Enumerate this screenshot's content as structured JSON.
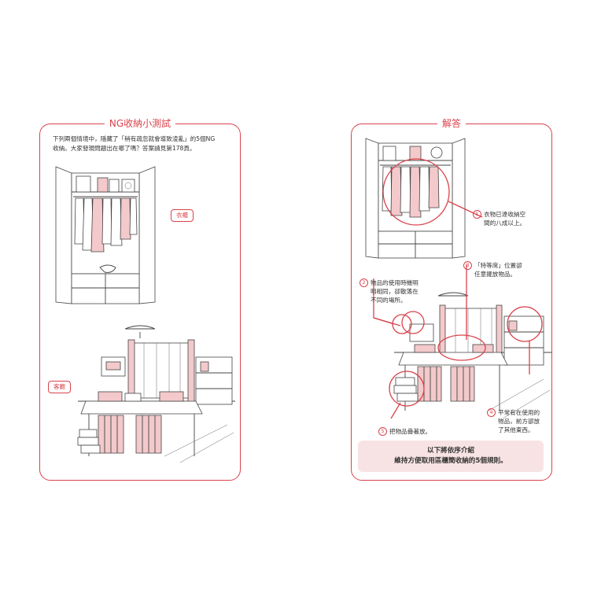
{
  "left": {
    "title": "NG收納小測試",
    "intro_line1": "下列兩個情境中，隱藏了「稍有疏忽就會導致淩亂」的5個NG",
    "intro_line2": "收納。大家發現問題出在哪了嗎？答案請見第178頁。",
    "tag_closet": "衣櫃",
    "tag_living": "客廳"
  },
  "right": {
    "title": "解答",
    "annotations": [
      {
        "num": "1",
        "lines": [
          "衣物已達收納空",
          "間的八成以上。"
        ]
      },
      {
        "num": "3",
        "lines": [
          "「特等席」位置卻",
          "任意擺放物品。"
        ]
      },
      {
        "num": "2",
        "lines": [
          "物品的使用時機明",
          "明相同，卻散落在",
          "不同的場所。"
        ]
      },
      {
        "num": "4",
        "lines": [
          "平常有在使用的",
          "物品，前方卻放",
          "了其他東西。"
        ]
      },
      {
        "num": "5",
        "lines": [
          "把物品疊著放。"
        ]
      }
    ],
    "footer_line1": "以下將依序介紹",
    "footer_line2": "維持方便取用區櫃簡收納的5個規則。"
  },
  "colors": {
    "accent": "#d9434c",
    "pink_fill": "#f3c9cb",
    "footer_bg": "#f8e3e4"
  }
}
